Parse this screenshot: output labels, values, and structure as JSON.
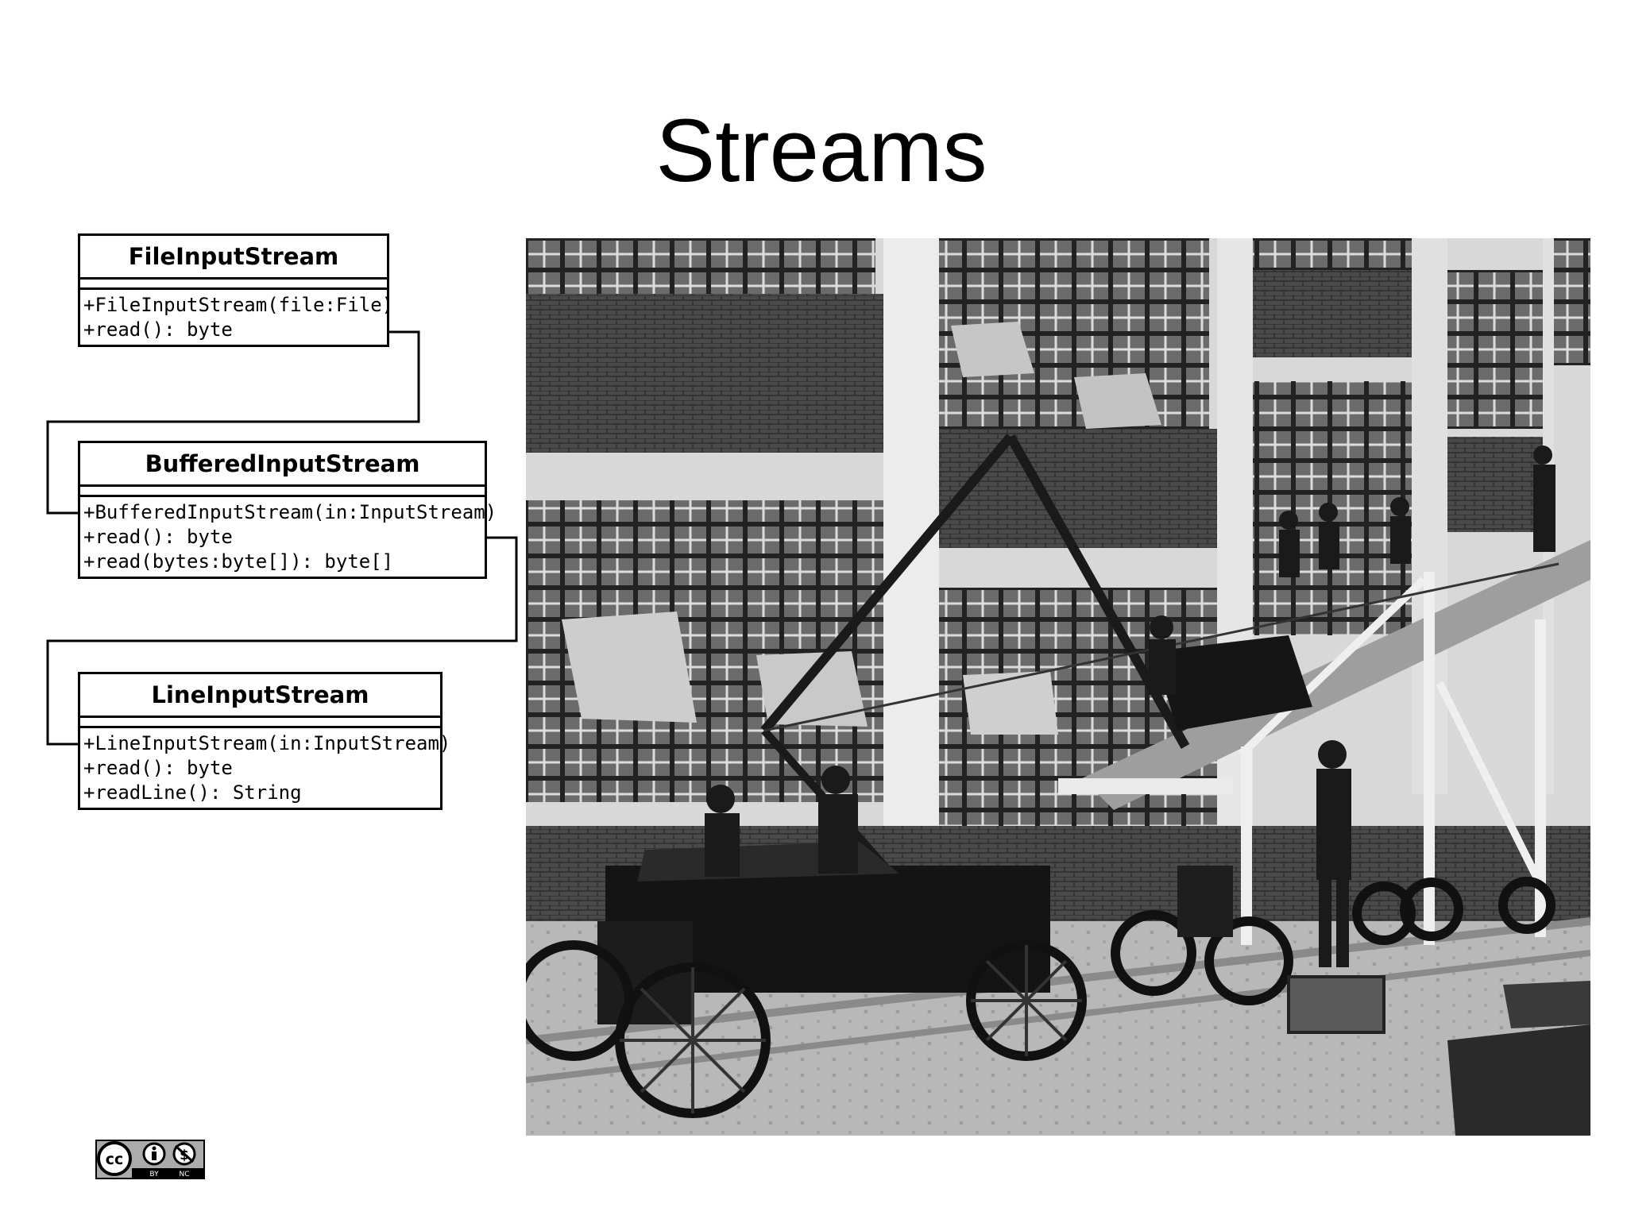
{
  "title": "Streams",
  "classes": [
    {
      "name": "FileInputStream",
      "operations": [
        "+FileInputStream(file:File)",
        "+read(): byte"
      ]
    },
    {
      "name": "BufferedInputStream",
      "operations": [
        "+BufferedInputStream(in:InputStream)",
        "+read(): byte",
        "+read(bytes:byte[]): byte[]"
      ]
    },
    {
      "name": "LineInputStream",
      "operations": [
        "+LineInputStream(in:InputStream)",
        "+read(): byte",
        "+readLine(): String"
      ]
    }
  ],
  "license": {
    "badge_text": "cc",
    "by_text": "BY",
    "nc_text": "NC"
  }
}
